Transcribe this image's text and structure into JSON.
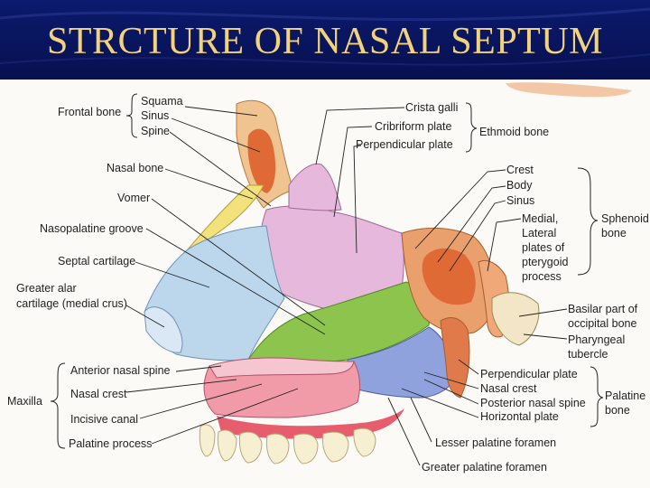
{
  "title": "STRCTURE OF NASAL SEPTUM",
  "labels": {
    "frontal_bone": "Frontal bone",
    "squama": "Squama",
    "sinus_frontal": "Sinus",
    "spine": "Spine",
    "crista_galli": "Crista galli",
    "cribriform_plate": "Cribriform plate",
    "perpendicular_plate_eth": "Perpendicular plate",
    "ethmoid_bone": "Ethmoid bone",
    "nasal_bone": "Nasal bone",
    "vomer": "Vomer",
    "nasopalatine_groove": "Nasopalatine groove",
    "septal_cartilage": "Septal cartilage",
    "greater_alar_1": "Greater alar",
    "greater_alar_2": "cartilage (medial crus)",
    "crest": "Crest",
    "body": "Body",
    "sinus_sphenoid": "Sinus",
    "medial": "Medial,",
    "lateral": "Lateral",
    "plates_of": "plates of",
    "pterygoid": "pterygoid",
    "process": "process",
    "sphenoid_1": "Sphenoid",
    "sphenoid_2": "bone",
    "basilar_1": "Basilar part of",
    "basilar_2": "occipital bone",
    "pharyngeal_1": "Pharyngeal",
    "pharyngeal_2": "tubercle",
    "anterior_nasal_spine": "Anterior nasal spine",
    "maxilla": "Maxilla",
    "nasal_crest_max": "Nasal crest",
    "incisive_canal": "Incisive canal",
    "palatine_process": "Palatine process",
    "perpendicular_plate_pal": "Perpendicular plate",
    "nasal_crest_pal": "Nasal crest",
    "posterior_nasal_spine": "Posterior nasal spine",
    "horizontal_plate": "Horizontal plate",
    "palatine_1": "Palatine",
    "palatine_2": "bone",
    "lesser_palatine": "Lesser palatine foramen",
    "greater_palatine": "Greater palatine foramen"
  },
  "colors": {
    "title_bar": "#07104f",
    "title_text": "#f2d27a",
    "frontal": "#f0c490",
    "ethmoid": "#e6b8dc",
    "septal_cartilage": "#bcd6ec",
    "vomer": "#8cc44e",
    "sphenoid": "#e9a06c",
    "palatine": "#8fa2de",
    "maxilla": "#f19aa8",
    "nasal_bone": "#f3e27c"
  }
}
